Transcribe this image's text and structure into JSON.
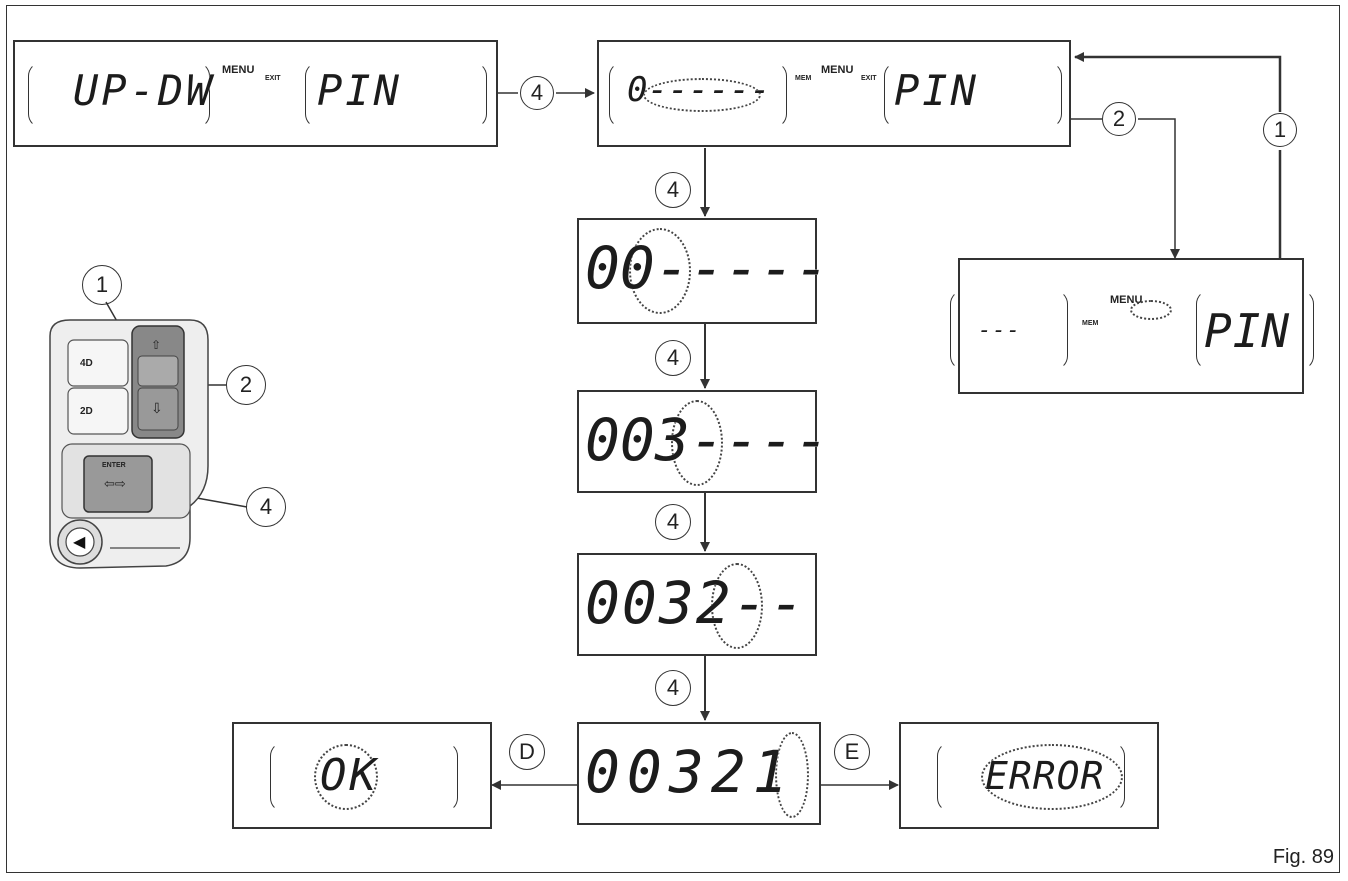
{
  "displays": {
    "start": {
      "left": "UP-DW",
      "menu": "MENU",
      "exit": "EXIT",
      "right": "PIN"
    },
    "pin_entry": {
      "left": "0------",
      "mem": "MEM",
      "menu": "MENU",
      "exit": "EXIT",
      "right": "PIN"
    },
    "exit_menu": {
      "left": "---",
      "mem": "MEM",
      "menu": "MENU",
      "right": "PIN"
    },
    "step1": "00-----",
    "step2": "003----",
    "step3": "0032--",
    "step4": "00321",
    "ok": "OK",
    "error": "ERROR"
  },
  "callouts": {
    "c4a": "4",
    "c2": "2",
    "c1": "1",
    "c4b": "4",
    "c4c": "4",
    "c4d": "4",
    "c4e": "4",
    "d": "D",
    "e": "E"
  },
  "switch": {
    "callout_1": "1",
    "callout_2": "2",
    "callout_4": "4",
    "enter_label": "ENTER",
    "btn_4d": "4D",
    "btn_2d": "2D",
    "up_icon": "arrow-up-icon",
    "down_icon": "arrow-down-icon",
    "horn_icon": "horn-icon"
  },
  "figure_label": "Fig. 89"
}
